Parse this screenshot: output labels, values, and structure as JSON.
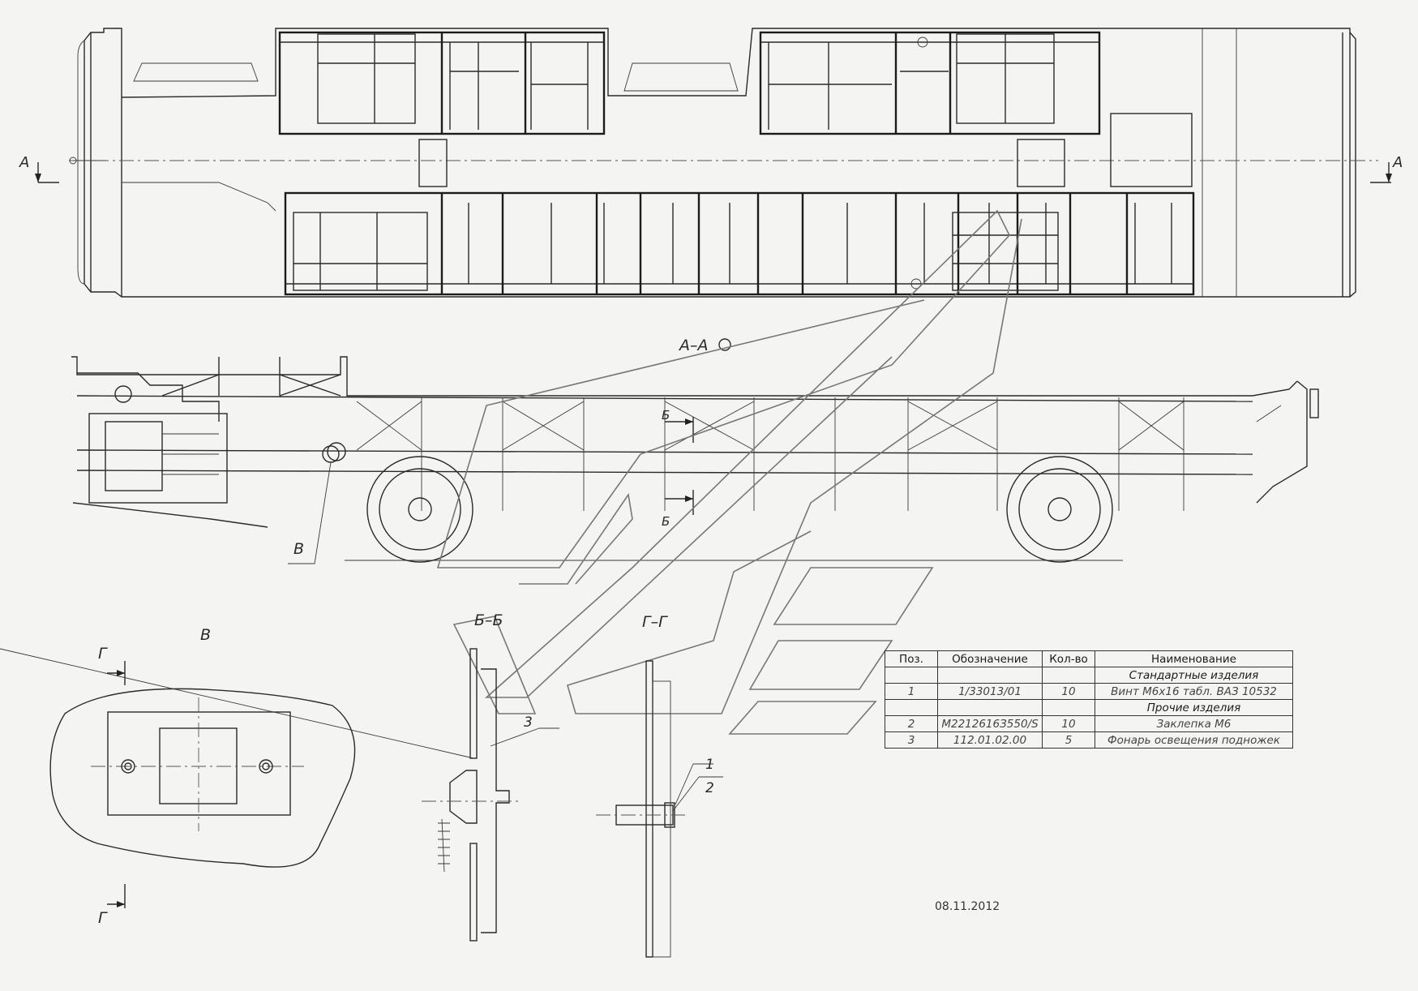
{
  "labels": {
    "section_a_left": "A",
    "section_a_right": "A",
    "view_aa": "А–А",
    "callout_v": "В",
    "view_v": "В",
    "view_bb": "Б–Б",
    "view_gg": "Г–Г",
    "cut_b_top": "Б",
    "cut_b_bottom": "Б",
    "cut_g_top": "Г",
    "cut_g_bottom": "Г",
    "pos_1": "1",
    "pos_2": "2",
    "pos_3": "3"
  },
  "parts_table": {
    "headers": [
      "Поз.",
      "Обозначение",
      "Кол-во",
      "Наименование"
    ],
    "section_standard": "Стандартные изделия",
    "section_other": "Прочие изделия",
    "rows": [
      {
        "pos": "1",
        "designation": "1/33013/01",
        "qty": "10",
        "name": "Винт М6х16 табл. ВАЗ 10532"
      },
      {
        "pos": "2",
        "designation": "М2212616З550/S",
        "qty": "10",
        "name": "Заклепка М6"
      },
      {
        "pos": "3",
        "designation": "112.01.02.00",
        "qty": "5",
        "name": "Фонарь освещения подножек"
      }
    ]
  },
  "date": "08.11.2012"
}
